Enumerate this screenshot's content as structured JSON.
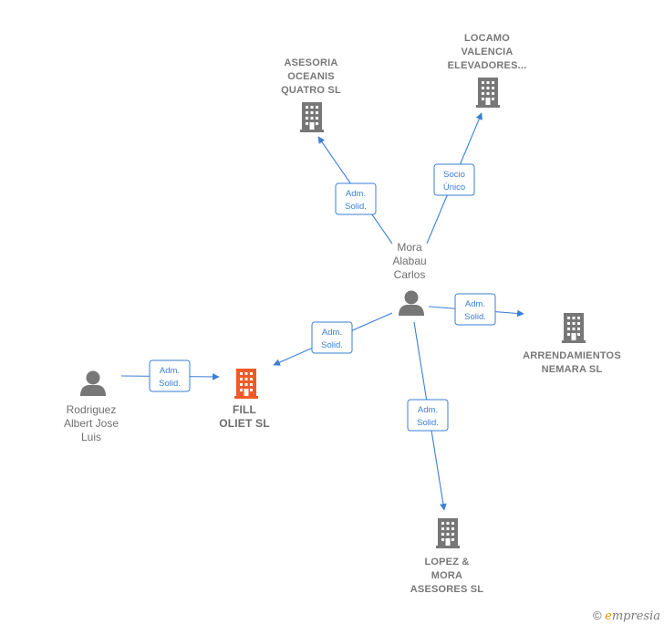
{
  "nodes": {
    "asesoria": {
      "label_lines": [
        "ASESORIA",
        "OCEANIS",
        "QUATRO SL"
      ],
      "kind": "company",
      "color": "#777777"
    },
    "locamo": {
      "label_lines": [
        "LOCAMO",
        "VALENCIA",
        "ELEVADORES..."
      ],
      "kind": "company",
      "color": "#777777"
    },
    "mora": {
      "label_lines": [
        "Mora",
        "Alabau",
        "Carlos"
      ],
      "kind": "person",
      "color": "#777777"
    },
    "arrend": {
      "label_lines": [
        "ARRENDAMIENTOS",
        "NEMARA SL"
      ],
      "kind": "company",
      "color": "#777777"
    },
    "fill": {
      "label_lines": [
        "FILL",
        "OLIET  SL"
      ],
      "kind": "company-focus",
      "color": "#f05a28"
    },
    "rodriguez": {
      "label_lines": [
        "Rodriguez",
        "Albert Jose",
        "Luis"
      ],
      "kind": "person",
      "color": "#777777"
    },
    "lopez": {
      "label_lines": [
        "LOPEZ &",
        "MORA",
        "ASESORES  SL"
      ],
      "kind": "company",
      "color": "#777777"
    }
  },
  "edges": [
    {
      "id": "mora-asesoria",
      "label_lines": [
        "Adm.",
        "Solid."
      ]
    },
    {
      "id": "mora-locamo",
      "label_lines": [
        "Socio",
        "Único"
      ]
    },
    {
      "id": "mora-arrend",
      "label_lines": [
        "Adm.",
        "Solid."
      ]
    },
    {
      "id": "mora-fill",
      "label_lines": [
        "Adm.",
        "Solid."
      ]
    },
    {
      "id": "rodriguez-fill",
      "label_lines": [
        "Adm.",
        "Solid."
      ]
    },
    {
      "id": "mora-lopez",
      "label_lines": [
        "Adm.",
        "Solid."
      ]
    }
  ],
  "footer": {
    "copyright": "©",
    "brand_initial": "e",
    "brand_rest": "mpresia"
  },
  "colors": {
    "edge": "#3a7fd5",
    "company": "#777777",
    "focus": "#f05a28"
  }
}
